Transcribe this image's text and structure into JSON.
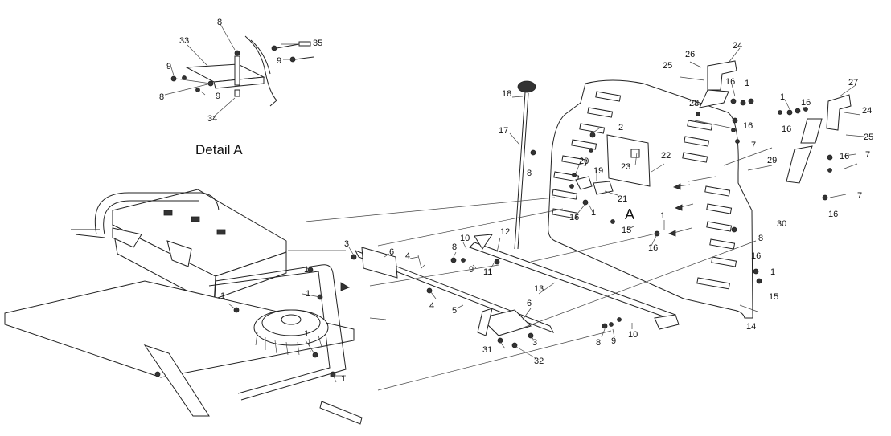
{
  "detail": {
    "title": "Detail A",
    "marker": "A",
    "callouts": [
      "8",
      "33",
      "35",
      "9",
      "9",
      "9",
      "8",
      "34"
    ]
  },
  "shield": {
    "callouts": [
      "18",
      "17",
      "8",
      "2",
      "20",
      "19",
      "23",
      "22",
      "21",
      "16",
      "1",
      "15",
      "16",
      "1",
      "30",
      "8",
      "16",
      "1",
      "15",
      "14"
    ]
  },
  "brackets": {
    "callouts": [
      "26",
      "24",
      "25",
      "16",
      "1",
      "28",
      "16",
      "7",
      "27",
      "24",
      "1",
      "16",
      "16",
      "25",
      "29",
      "16",
      "7",
      "7",
      "16"
    ]
  },
  "axle": {
    "callouts": [
      "3",
      "6",
      "4",
      "8",
      "9",
      "10",
      "12",
      "11",
      "4",
      "5",
      "13",
      "6",
      "3",
      "31",
      "32",
      "8",
      "9",
      "10"
    ]
  },
  "frame": {
    "callouts": [
      "1",
      "1",
      "1",
      "1",
      "1"
    ]
  }
}
